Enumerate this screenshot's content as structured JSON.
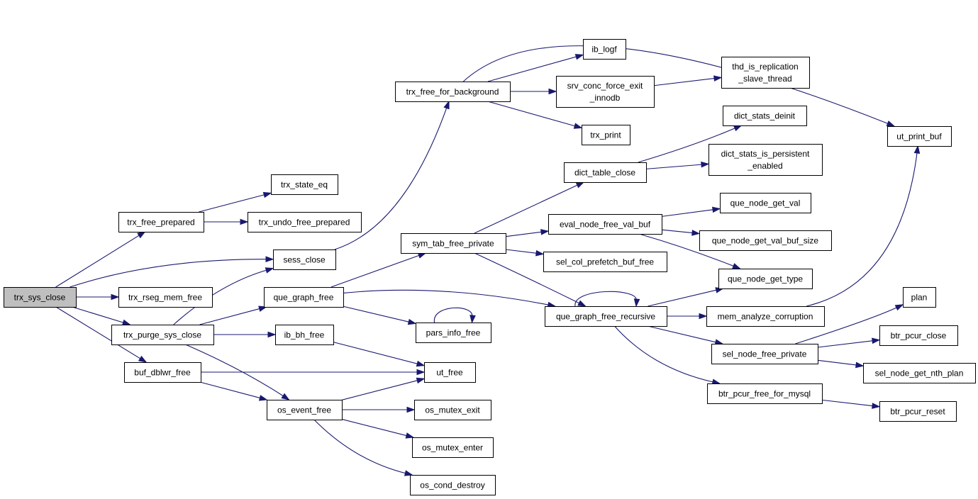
{
  "diagram": {
    "type": "call-graph",
    "colors": {
      "edge": "#191970",
      "root_fill": "#bfbfbf",
      "node_fill": "#ffffff",
      "node_border": "#000000"
    },
    "nodes": [
      {
        "id": "trx_sys_close",
        "lines": [
          "trx_sys_close"
        ],
        "root": true
      },
      {
        "id": "trx_free_prepared",
        "lines": [
          "trx_free_prepared"
        ]
      },
      {
        "id": "sess_close",
        "lines": [
          "sess_close"
        ]
      },
      {
        "id": "trx_rseg_mem_free",
        "lines": [
          "trx_rseg_mem_free"
        ]
      },
      {
        "id": "trx_purge_sys_close",
        "lines": [
          "trx_purge_sys_close"
        ]
      },
      {
        "id": "buf_dblwr_free",
        "lines": [
          "buf_dblwr_free"
        ]
      },
      {
        "id": "trx_state_eq",
        "lines": [
          "trx_state_eq"
        ]
      },
      {
        "id": "trx_undo_free_prepared",
        "lines": [
          "trx_undo_free_prepared"
        ]
      },
      {
        "id": "que_graph_free",
        "lines": [
          "que_graph_free"
        ]
      },
      {
        "id": "ib_bh_free",
        "lines": [
          "ib_bh_free"
        ]
      },
      {
        "id": "ut_free",
        "lines": [
          "ut_free"
        ]
      },
      {
        "id": "os_event_free",
        "lines": [
          "os_event_free"
        ]
      },
      {
        "id": "os_mutex_exit",
        "lines": [
          "os_mutex_exit"
        ]
      },
      {
        "id": "os_mutex_enter",
        "lines": [
          "os_mutex_enter"
        ]
      },
      {
        "id": "os_cond_destroy",
        "lines": [
          "os_cond_destroy"
        ]
      },
      {
        "id": "trx_free_for_background",
        "lines": [
          "trx_free_for_background"
        ]
      },
      {
        "id": "sym_tab_free_private",
        "lines": [
          "sym_tab_free_private"
        ]
      },
      {
        "id": "pars_info_free",
        "lines": [
          "pars_info_free"
        ]
      },
      {
        "id": "ib_logf",
        "lines": [
          "ib_logf"
        ]
      },
      {
        "id": "srv_conc_force_exit_innodb",
        "lines": [
          "srv_conc_force_exit",
          "_innodb"
        ]
      },
      {
        "id": "trx_print",
        "lines": [
          "trx_print"
        ]
      },
      {
        "id": "dict_table_close",
        "lines": [
          "dict_table_close"
        ]
      },
      {
        "id": "eval_node_free_val_buf",
        "lines": [
          "eval_node_free_val_buf"
        ]
      },
      {
        "id": "sel_col_prefetch_buf_free",
        "lines": [
          "sel_col_prefetch_buf_free"
        ]
      },
      {
        "id": "que_graph_free_recursive",
        "lines": [
          "que_graph_free_recursive"
        ]
      },
      {
        "id": "thd_is_replication_slave_thread",
        "lines": [
          "thd_is_replication",
          "_slave_thread"
        ]
      },
      {
        "id": "dict_stats_deinit",
        "lines": [
          "dict_stats_deinit"
        ]
      },
      {
        "id": "dict_stats_is_persistent_enabled",
        "lines": [
          "dict_stats_is_persistent",
          "_enabled"
        ]
      },
      {
        "id": "que_node_get_val",
        "lines": [
          "que_node_get_val"
        ]
      },
      {
        "id": "que_node_get_val_buf_size",
        "lines": [
          "que_node_get_val_buf_size"
        ]
      },
      {
        "id": "que_node_get_type",
        "lines": [
          "que_node_get_type"
        ]
      },
      {
        "id": "mem_analyze_corruption",
        "lines": [
          "mem_analyze_corruption"
        ]
      },
      {
        "id": "sel_node_free_private",
        "lines": [
          "sel_node_free_private"
        ]
      },
      {
        "id": "btr_pcur_free_for_mysql",
        "lines": [
          "btr_pcur_free_for_mysql"
        ]
      },
      {
        "id": "ut_print_buf",
        "lines": [
          "ut_print_buf"
        ]
      },
      {
        "id": "plan",
        "lines": [
          "plan"
        ]
      },
      {
        "id": "btr_pcur_close",
        "lines": [
          "btr_pcur_close"
        ]
      },
      {
        "id": "sel_node_get_nth_plan",
        "lines": [
          "sel_node_get_nth_plan"
        ]
      },
      {
        "id": "btr_pcur_reset",
        "lines": [
          "btr_pcur_reset"
        ]
      }
    ],
    "edges": [
      {
        "from": "trx_sys_close",
        "to": "trx_free_prepared"
      },
      {
        "from": "trx_sys_close",
        "to": "sess_close"
      },
      {
        "from": "trx_sys_close",
        "to": "trx_rseg_mem_free"
      },
      {
        "from": "trx_sys_close",
        "to": "trx_purge_sys_close"
      },
      {
        "from": "trx_sys_close",
        "to": "buf_dblwr_free"
      },
      {
        "from": "trx_free_prepared",
        "to": "trx_state_eq"
      },
      {
        "from": "trx_free_prepared",
        "to": "trx_undo_free_prepared"
      },
      {
        "from": "sess_close",
        "to": "trx_free_for_background"
      },
      {
        "from": "trx_purge_sys_close",
        "to": "sess_close"
      },
      {
        "from": "trx_purge_sys_close",
        "to": "que_graph_free"
      },
      {
        "from": "trx_purge_sys_close",
        "to": "ib_bh_free"
      },
      {
        "from": "trx_purge_sys_close",
        "to": "os_event_free"
      },
      {
        "from": "buf_dblwr_free",
        "to": "ut_free"
      },
      {
        "from": "buf_dblwr_free",
        "to": "os_event_free"
      },
      {
        "from": "ib_bh_free",
        "to": "ut_free"
      },
      {
        "from": "os_event_free",
        "to": "ut_free"
      },
      {
        "from": "os_event_free",
        "to": "os_mutex_exit"
      },
      {
        "from": "os_event_free",
        "to": "os_mutex_enter"
      },
      {
        "from": "os_event_free",
        "to": "os_cond_destroy"
      },
      {
        "from": "que_graph_free",
        "to": "sym_tab_free_private"
      },
      {
        "from": "que_graph_free",
        "to": "pars_info_free"
      },
      {
        "from": "que_graph_free",
        "to": "que_graph_free_recursive"
      },
      {
        "from": "pars_info_free",
        "to": "pars_info_free"
      },
      {
        "from": "trx_free_for_background",
        "to": "ib_logf"
      },
      {
        "from": "trx_free_for_background",
        "to": "srv_conc_force_exit_innodb"
      },
      {
        "from": "trx_free_for_background",
        "to": "trx_print"
      },
      {
        "from": "trx_free_for_background",
        "to": "ut_print_buf"
      },
      {
        "from": "srv_conc_force_exit_innodb",
        "to": "thd_is_replication_slave_thread"
      },
      {
        "from": "sym_tab_free_private",
        "to": "dict_table_close"
      },
      {
        "from": "sym_tab_free_private",
        "to": "eval_node_free_val_buf"
      },
      {
        "from": "sym_tab_free_private",
        "to": "sel_col_prefetch_buf_free"
      },
      {
        "from": "sym_tab_free_private",
        "to": "que_graph_free_recursive"
      },
      {
        "from": "dict_table_close",
        "to": "dict_stats_deinit"
      },
      {
        "from": "dict_table_close",
        "to": "dict_stats_is_persistent_enabled"
      },
      {
        "from": "eval_node_free_val_buf",
        "to": "que_node_get_val"
      },
      {
        "from": "eval_node_free_val_buf",
        "to": "que_node_get_val_buf_size"
      },
      {
        "from": "eval_node_free_val_buf",
        "to": "que_node_get_type"
      },
      {
        "from": "que_graph_free_recursive",
        "to": "que_graph_free_recursive"
      },
      {
        "from": "que_graph_free_recursive",
        "to": "que_node_get_type"
      },
      {
        "from": "que_graph_free_recursive",
        "to": "mem_analyze_corruption"
      },
      {
        "from": "que_graph_free_recursive",
        "to": "sel_node_free_private"
      },
      {
        "from": "que_graph_free_recursive",
        "to": "btr_pcur_free_for_mysql"
      },
      {
        "from": "mem_analyze_corruption",
        "to": "ut_print_buf"
      },
      {
        "from": "sel_node_free_private",
        "to": "plan"
      },
      {
        "from": "sel_node_free_private",
        "to": "btr_pcur_close"
      },
      {
        "from": "sel_node_free_private",
        "to": "sel_node_get_nth_plan"
      },
      {
        "from": "btr_pcur_free_for_mysql",
        "to": "btr_pcur_reset"
      }
    ]
  }
}
